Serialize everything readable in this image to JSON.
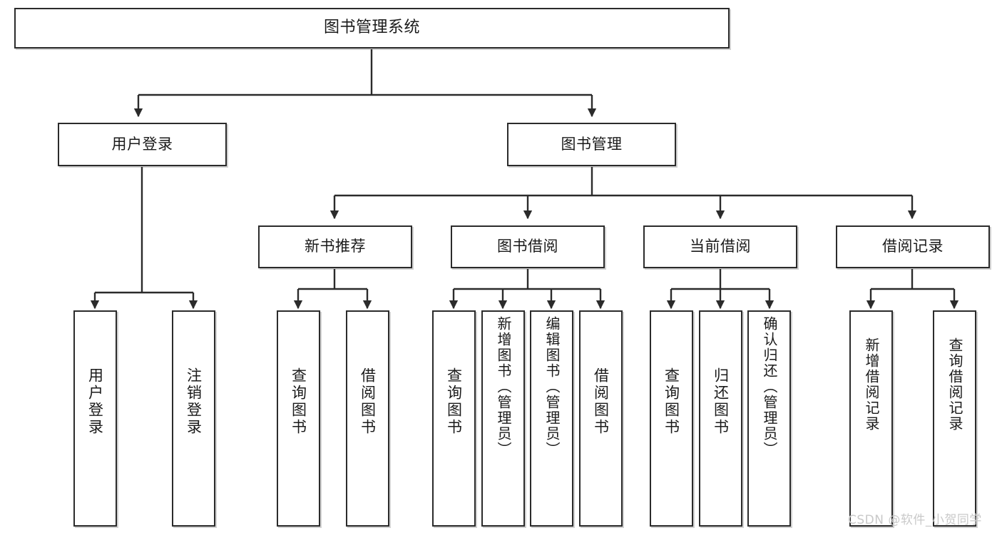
{
  "diagram": {
    "title": "图书管理系统",
    "type": "hierarchy-tree",
    "accent_color": "#2b2b2b",
    "background_color": "#ffffff"
  },
  "nodes": {
    "root": {
      "label": "图书管理系统"
    },
    "level2": [
      {
        "label": "用户登录"
      },
      {
        "label": "图书管理"
      }
    ],
    "level3": [
      {
        "label": "新书推荐"
      },
      {
        "label": "图书借阅"
      },
      {
        "label": "当前借阅"
      },
      {
        "label": "借阅记录"
      }
    ],
    "leaves": [
      {
        "label": "用户登录",
        "parent": "用户登录"
      },
      {
        "label": "注销登录",
        "parent": "用户登录"
      },
      {
        "label": "查询图书",
        "parent": "新书推荐"
      },
      {
        "label": "借阅图书",
        "parent": "新书推荐"
      },
      {
        "label": "查询图书",
        "parent": "图书借阅"
      },
      {
        "label": "新增图书（管理员）",
        "parent": "图书借阅"
      },
      {
        "label": "编辑图书（管理员）",
        "parent": "图书借阅"
      },
      {
        "label": "借阅图书",
        "parent": "图书借阅"
      },
      {
        "label": "查询图书",
        "parent": "当前借阅"
      },
      {
        "label": "归还图书",
        "parent": "当前借阅"
      },
      {
        "label": "确认归还（管理员）",
        "parent": "当前借阅"
      },
      {
        "label": "新增借阅记录",
        "parent": "借阅记录"
      },
      {
        "label": "查询借阅记录",
        "parent": "借阅记录"
      }
    ]
  },
  "watermark": {
    "text": "CSDN @软件_小贺同学"
  }
}
